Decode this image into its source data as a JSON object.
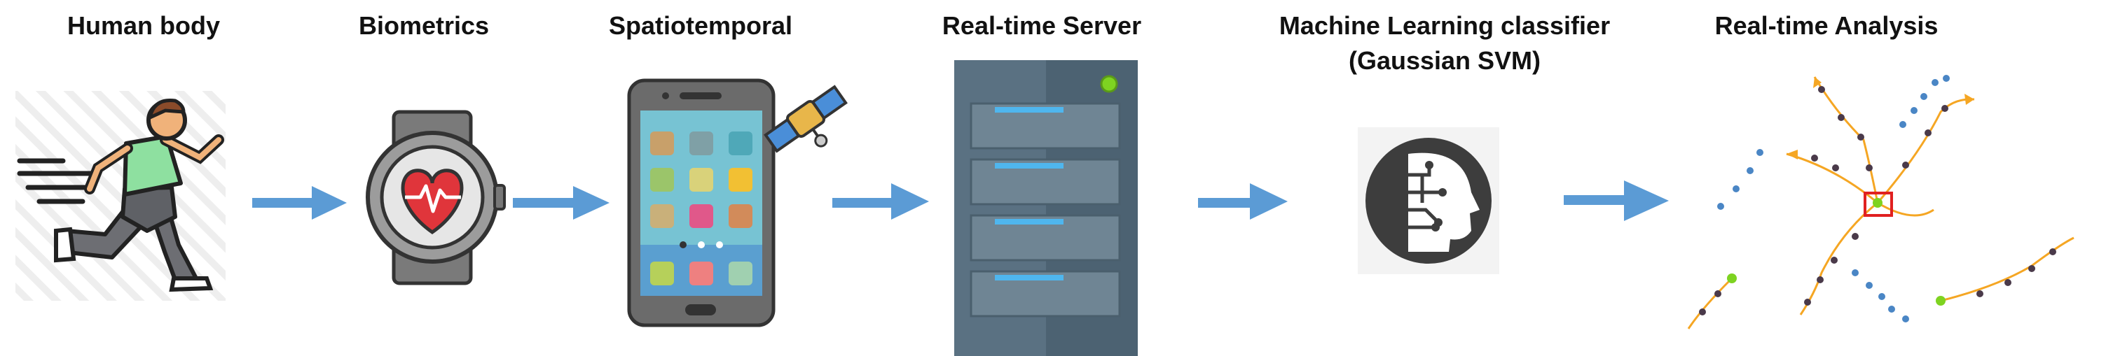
{
  "stages": [
    {
      "label": "Human body",
      "icon": "running-man-icon"
    },
    {
      "label": "Biometrics",
      "icon": "heart-rate-watch-icon"
    },
    {
      "label": "Spatiotemporal",
      "icon": "smartphone-satellite-icon"
    },
    {
      "label": "Real-time Server",
      "icon": "server-tower-icon"
    },
    {
      "label": "Machine Learning classifier",
      "sublabel": "(Gaussian SVM)",
      "icon": "ai-head-icon"
    },
    {
      "label": "Real-time Analysis",
      "icon": "trajectory-graph-icon"
    }
  ],
  "colors": {
    "arrow": "#5B9BD5",
    "server_body": "#5A7182",
    "server_led": "#7ED321",
    "trajectory_orange": "#F5A623",
    "trajectory_blue": "#4A86C5",
    "highlight_red": "#E02020"
  }
}
